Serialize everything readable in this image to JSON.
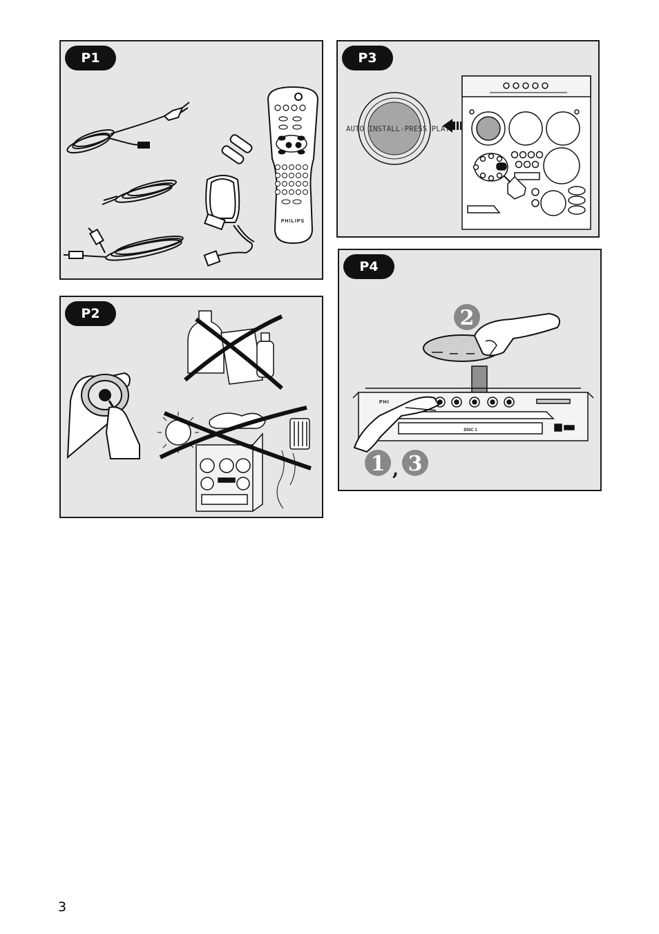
{
  "panels": {
    "p1": {
      "label": "P1",
      "remote_brand": "PHILIPS"
    },
    "p2": {
      "label": "P2"
    },
    "p3": {
      "label": "P3",
      "display_text": "AUTO INSTALL-PRESS PLAY"
    },
    "p4": {
      "label": "P4",
      "step_two": "2",
      "step_one": "1",
      "step_separator": ",",
      "step_three": "3",
      "tray_label": "DISC 1",
      "unit_brand": "PHI"
    }
  },
  "page": {
    "number": "3"
  }
}
